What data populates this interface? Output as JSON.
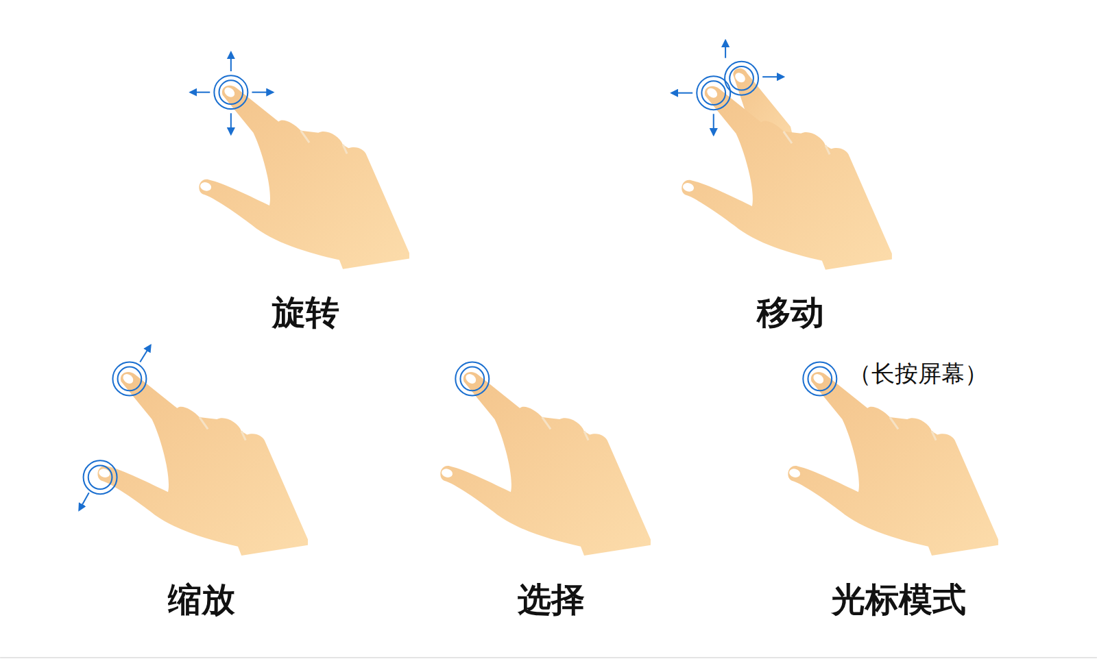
{
  "diagram": {
    "labels": [
      "旋转",
      "移动",
      "缩放",
      "选择",
      "（长按屏幕）",
      "光标模式"
    ]
  }
}
